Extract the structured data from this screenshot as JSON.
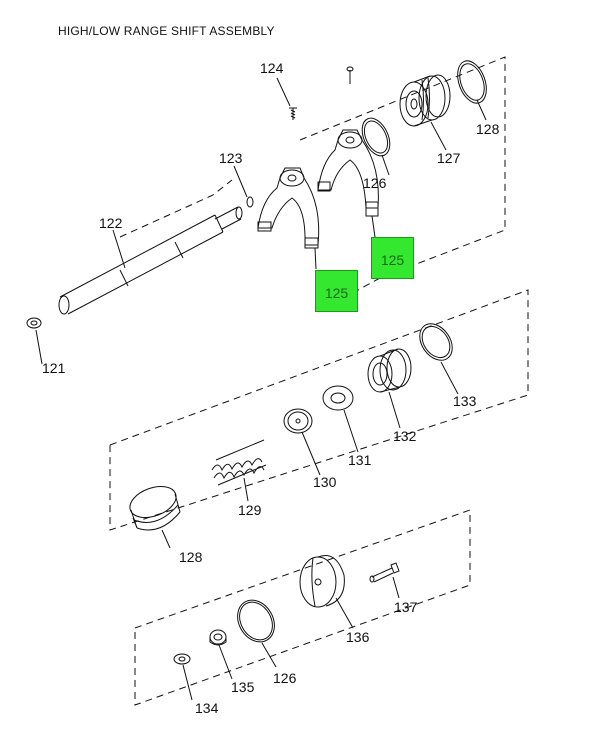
{
  "title": "HIGH/LOW  RANGE  SHIFT ASSEMBLY",
  "highlight_color": "#33e82e",
  "callouts": {
    "c121": "121",
    "c122": "122",
    "c123": "123",
    "c124": "124",
    "c125a": "125",
    "c125b": "125",
    "c126a": "126",
    "c127": "127",
    "c128a": "128",
    "c128b": "128",
    "c129": "129",
    "c130": "130",
    "c131": "131",
    "c132": "132",
    "c133": "133",
    "c134": "134",
    "c135": "135",
    "c126b": "126",
    "c136": "136",
    "c137": "137"
  }
}
